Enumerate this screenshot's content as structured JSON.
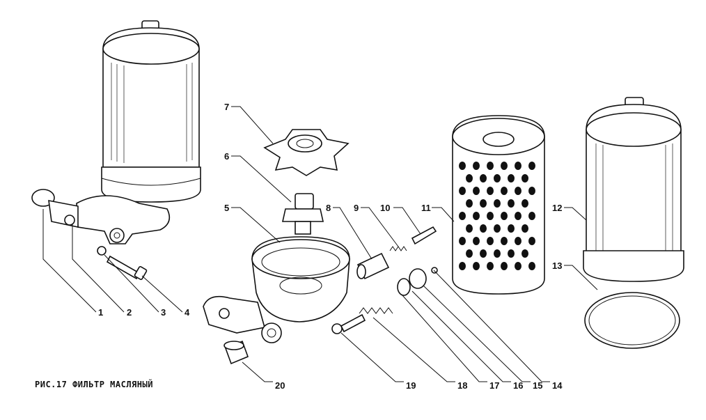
{
  "caption": "РИС.17 ФИЛЬТР МАСЛЯНЫЙ",
  "callouts": {
    "c1": "1",
    "c2": "2",
    "c3": "3",
    "c4": "4",
    "c5": "5",
    "c6": "6",
    "c7": "7",
    "c8": "8",
    "c9": "9",
    "c10": "10",
    "c11": "11",
    "c12": "12",
    "c13": "13",
    "c14": "14",
    "c15": "15",
    "c16": "16",
    "c17": "17",
    "c18": "18",
    "c19": "19",
    "c20": "20"
  },
  "icons": {
    "assembled_filter": "assembled-filter-icon",
    "housing_body": "filter-housing-icon",
    "filter_element": "perforated-filter-element-icon",
    "cap": "filter-cap-icon",
    "gasket_ring": "gasket-ring-icon"
  }
}
